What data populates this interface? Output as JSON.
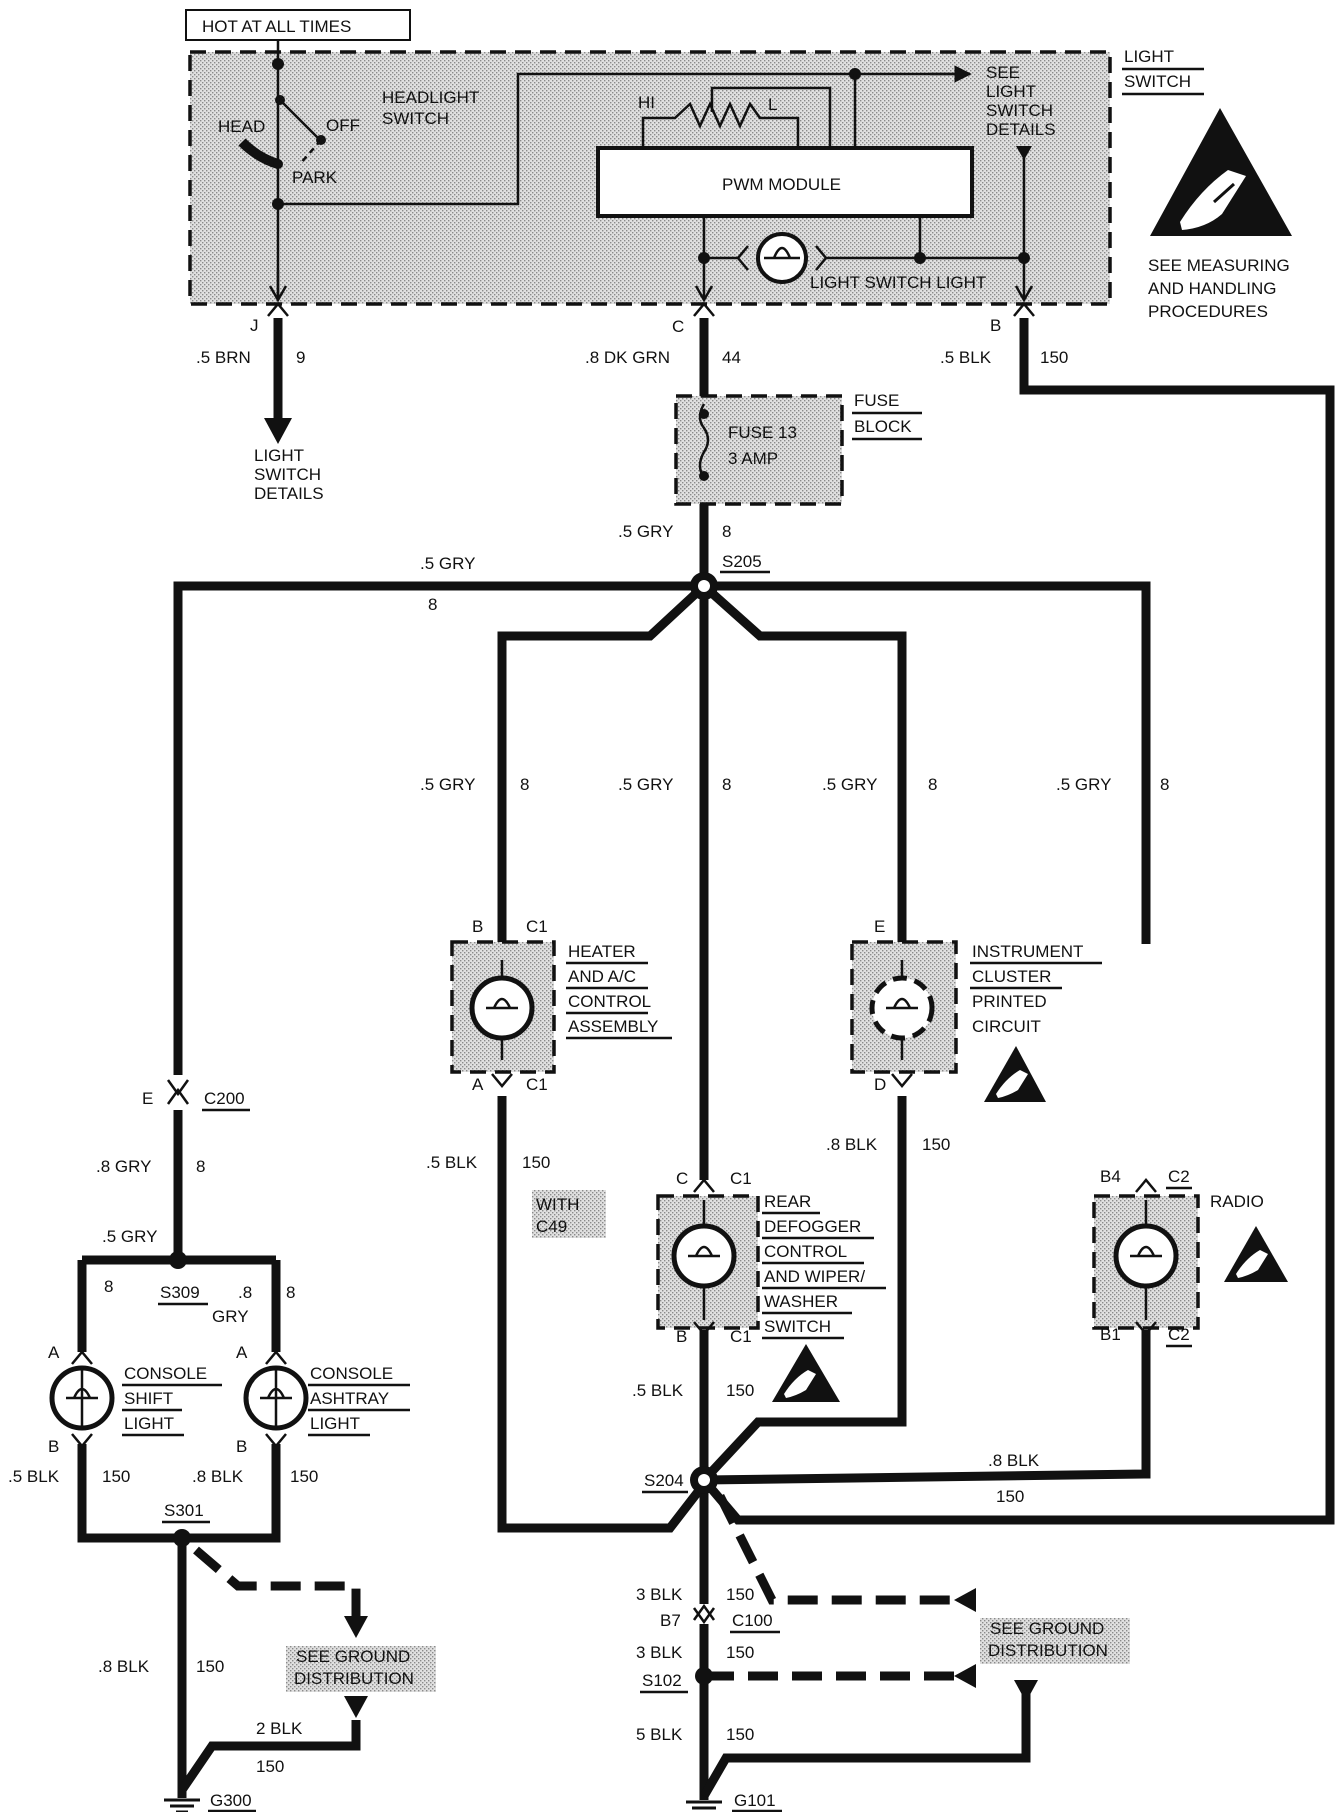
{
  "labels": {
    "hot": "HOT AT ALL TIMES",
    "headlight_switch": [
      "HEADLIGHT",
      "SWITCH"
    ],
    "head": "HEAD",
    "off": "OFF",
    "park": "PARK",
    "hi": "HI",
    "l": "L",
    "pwm": "PWM MODULE",
    "see_light": [
      "SEE",
      "LIGHT",
      "SWITCH",
      "DETAILS"
    ],
    "light_switch": [
      "LIGHT",
      "SWITCH"
    ],
    "switch_light": "LIGHT SWITCH LIGHT",
    "see_measuring": [
      "SEE MEASURING",
      "AND HANDLING",
      "PROCEDURES"
    ],
    "conn_j": "J",
    "conn_c": "C",
    "conn_b": "B",
    "w_5brn": ".5 BRN",
    "c9": "9",
    "w_8dkgrn": ".8 DK GRN",
    "c44": "44",
    "w_5blk": ".5 BLK",
    "c150": "150",
    "light_details": [
      "LIGHT",
      "SWITCH",
      "DETAILS"
    ],
    "fuse": [
      "FUSE 13",
      "3 AMP"
    ],
    "fuse_block": [
      "FUSE",
      "BLOCK"
    ],
    "w_5gry": ".5 GRY",
    "c8": "8",
    "s205": "S205",
    "heater": [
      "HEATER",
      "AND A/C",
      "CONTROL",
      "ASSEMBLY"
    ],
    "cluster": [
      "INSTRUMENT",
      "CLUSTER",
      "PRINTED",
      "CIRCUIT"
    ],
    "rear": [
      "REAR",
      "DEFOGGER",
      "CONTROL",
      "AND WIPER/",
      "WASHER",
      "SWITCH"
    ],
    "radio": "RADIO",
    "c1": "C1",
    "c2": "C2",
    "pa": "A",
    "pb": "B",
    "pc": "C",
    "pd": "D",
    "pe": "E",
    "b4": "B4",
    "b1": "B1",
    "with": [
      "WITH",
      "C49"
    ],
    "w_8blk": ".8 BLK",
    "c200": "C200",
    "w_8gry": ".8 GRY",
    "w_8": ".8",
    "gry": "GRY",
    "s309": "S309",
    "console_shift": [
      "CONSOLE",
      "SHIFT",
      "LIGHT"
    ],
    "console_ash": [
      "CONSOLE",
      "ASHTRAY",
      "LIGHT"
    ],
    "s301": "S301",
    "see_ground": [
      "SEE GROUND",
      "DISTRIBUTION"
    ],
    "w_2blk": "2 BLK",
    "g300": "G300",
    "s204": "S204",
    "w_3blk": "3 BLK",
    "b7": "B7",
    "c100": "C100",
    "s102": "S102",
    "w_5blk2": "5 BLK",
    "g101": "G101"
  }
}
